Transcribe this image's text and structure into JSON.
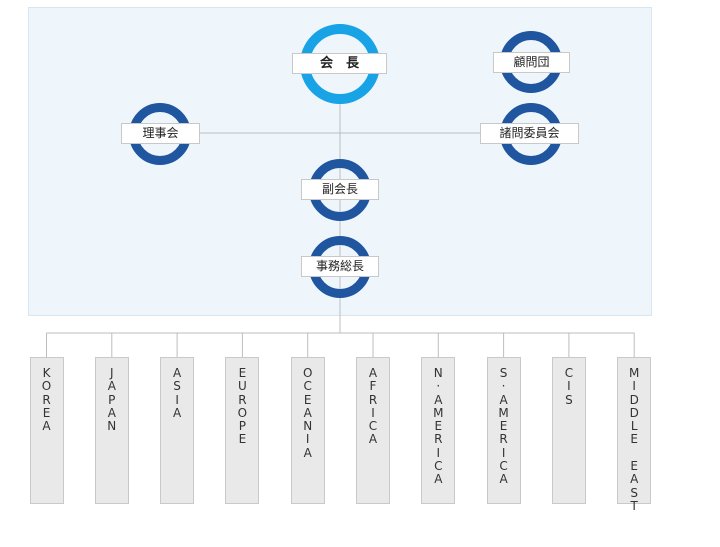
{
  "org": {
    "chairman": "会　長",
    "advisory": "顧問団",
    "board": "理事会",
    "committee": "諸問委員会",
    "vice_chairman": "副会長",
    "secretary_general": "事務総長"
  },
  "regions": [
    {
      "id": "korea",
      "label": "KOREA"
    },
    {
      "id": "japan",
      "label": "JAPAN"
    },
    {
      "id": "asia",
      "label": "ASIA"
    },
    {
      "id": "europe",
      "label": "EUROPE"
    },
    {
      "id": "oceania",
      "label": "OCEANIA"
    },
    {
      "id": "africa",
      "label": "AFRICA"
    },
    {
      "id": "n-america",
      "label": "N·AMERICA"
    },
    {
      "id": "s-america",
      "label": "S·AMERICA"
    },
    {
      "id": "cis",
      "label": "CIS"
    },
    {
      "id": "middle-east",
      "label": "MIDDLE EAST"
    }
  ],
  "colors": {
    "dark_ring": "#2055a0",
    "light_ring": "#17a3e6",
    "panel": "#eef6fc",
    "connector": "#bdbdbd"
  }
}
